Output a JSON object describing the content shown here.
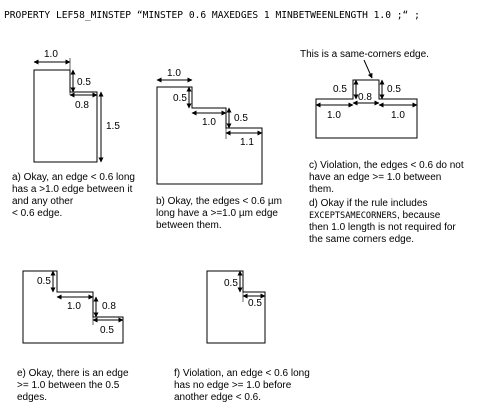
{
  "header": "PROPERTY LEF58_MINSTEP “MINSTEP 0.6 MAXEDGES 1 MINBETWEENLENGTH 1.0 ;“ ;",
  "diagram_a": {
    "dims": [
      "1.0",
      "0.5",
      "0.8",
      "1.5"
    ],
    "caption": [
      "a) Okay, an edge < 0.6 long",
      "has a >1.0 edge between it",
      "and any other",
      "< 0.6 edge."
    ]
  },
  "diagram_b": {
    "dims": [
      "1.0",
      "0.5",
      "1.0",
      "0.5",
      "1.1"
    ],
    "caption": [
      "b) Okay, the edges < 0.6 µm",
      "long have a >=1.0 µm edge",
      "between them."
    ]
  },
  "diagram_c": {
    "note": "This is a same-corners edge.",
    "dims": [
      "0.5",
      "0.8",
      "0.5",
      "1.0",
      "1.0"
    ],
    "caption": [
      "c) Violation, the edges < 0.6 do not",
      "have an edge >= 1.0 between",
      "them."
    ],
    "caption_d": {
      "line1": "d) Okay if the rule includes",
      "keyword": "EXCEPTSAMECORNERS",
      "after_keyword": ", because",
      "line3": "then 1.0 length is not required for",
      "line4": "the same corners edge."
    }
  },
  "diagram_e": {
    "dims": [
      "0.5",
      "1.0",
      "0.8",
      "0.5"
    ],
    "caption": [
      "e) Okay, there is an edge",
      ">= 1.0 between the 0.5",
      "edges."
    ]
  },
  "diagram_f": {
    "dims": [
      "0.5",
      "0.5"
    ],
    "caption": [
      "f) Violation, an edge < 0.6  long",
      "has no edge >= 1.0 before",
      "another edge < 0.6."
    ]
  }
}
